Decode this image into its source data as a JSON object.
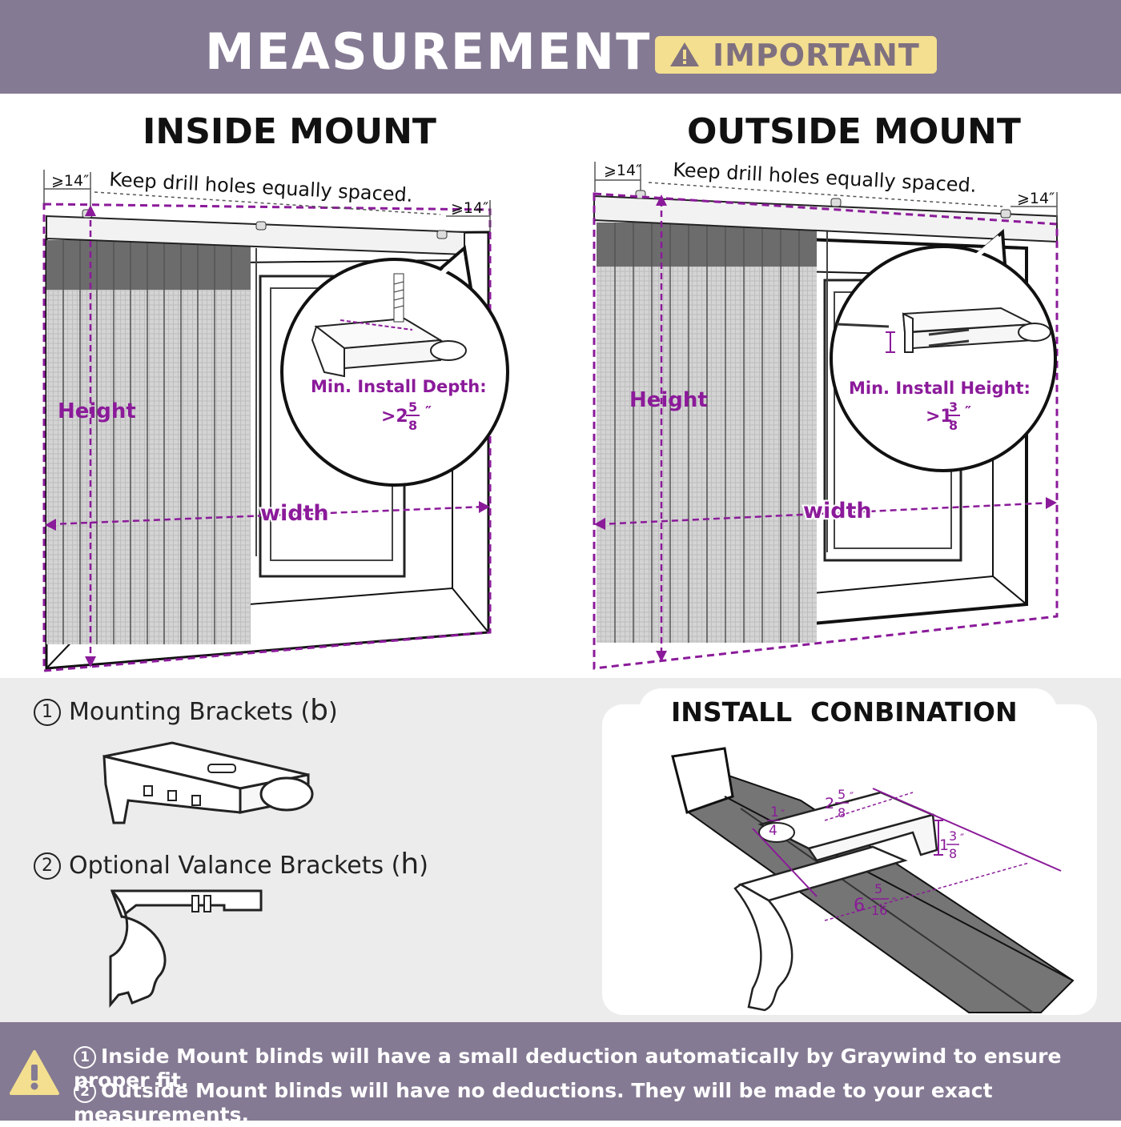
{
  "header": {
    "title": "MEASUREMENT",
    "badge": "IMPORTANT",
    "badge_icon": "warning-icon"
  },
  "inside": {
    "title": "INSIDE MOUNT",
    "clear_left": "⩾14″",
    "clear_right": "⩾14″",
    "drill_note": "Keep drill holes equally spaced.",
    "height_label": "Height",
    "width_label": "width",
    "callout_label": "Min. Install Depth:",
    "callout_prefix": ">2",
    "callout_num": "5",
    "callout_den": "8",
    "callout_unit": "″"
  },
  "outside": {
    "title": "OUTSIDE MOUNT",
    "clear_left": "⩾14″",
    "clear_right": "⩾14″",
    "drill_note": "Keep drill holes equally spaced.",
    "height_label": "Height",
    "width_label": "width",
    "callout_label": "Min. Install Height:",
    "callout_prefix": ">1",
    "callout_num": "3",
    "callout_den": "8",
    "callout_unit": "″"
  },
  "parts": {
    "item1_num": "1",
    "item1_label": "Mounting Brackets (",
    "item1_code": "b",
    "item1_end": ")",
    "item2_num": "2",
    "item2_label": "Optional Valance Brackets (",
    "item2_code": "h",
    "item2_end": ")"
  },
  "combination": {
    "title": "INSTALL  CONBINATION",
    "dim_a_num": "1",
    "dim_a_den": "4",
    "dim_b_whole": "2",
    "dim_b_num": "5",
    "dim_b_den": "8",
    "dim_c_whole": "1",
    "dim_c_num": "3",
    "dim_c_den": "8",
    "dim_d_whole": "6",
    "dim_d_num": "5",
    "dim_d_den": "16",
    "inch": "″"
  },
  "footer": {
    "icon": "warning-icon",
    "note1_num": "1",
    "note1": "Inside Mount blinds will have a small deduction automatically by Graywind to ensure proper fit.",
    "note2_num": "2",
    "note2": "Outside Mount blinds will have no deductions. They will be made to your exact measurements."
  },
  "colors": {
    "header": "#857a93",
    "badge": "#f3df8f",
    "accent": "#8b1a9a",
    "panel": "#ececec"
  }
}
